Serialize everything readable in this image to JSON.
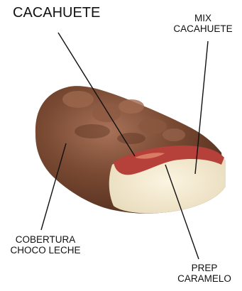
{
  "labels": {
    "cacahuete": "CACAHUETE",
    "mix_cacahuete": "MIX\nCACAHUETE",
    "cobertura": "COBERTURA\nCHOCO LECHE",
    "prep_caramelo": "PREP\nCARAMELO"
  },
  "colors": {
    "chocolate": "#7a4a33",
    "chocolate_dark": "#4e2c1c",
    "chocolate_highlight": "#a87258",
    "caramel": "#b5413a",
    "filling": "#f3ead2",
    "line": "#111111"
  }
}
